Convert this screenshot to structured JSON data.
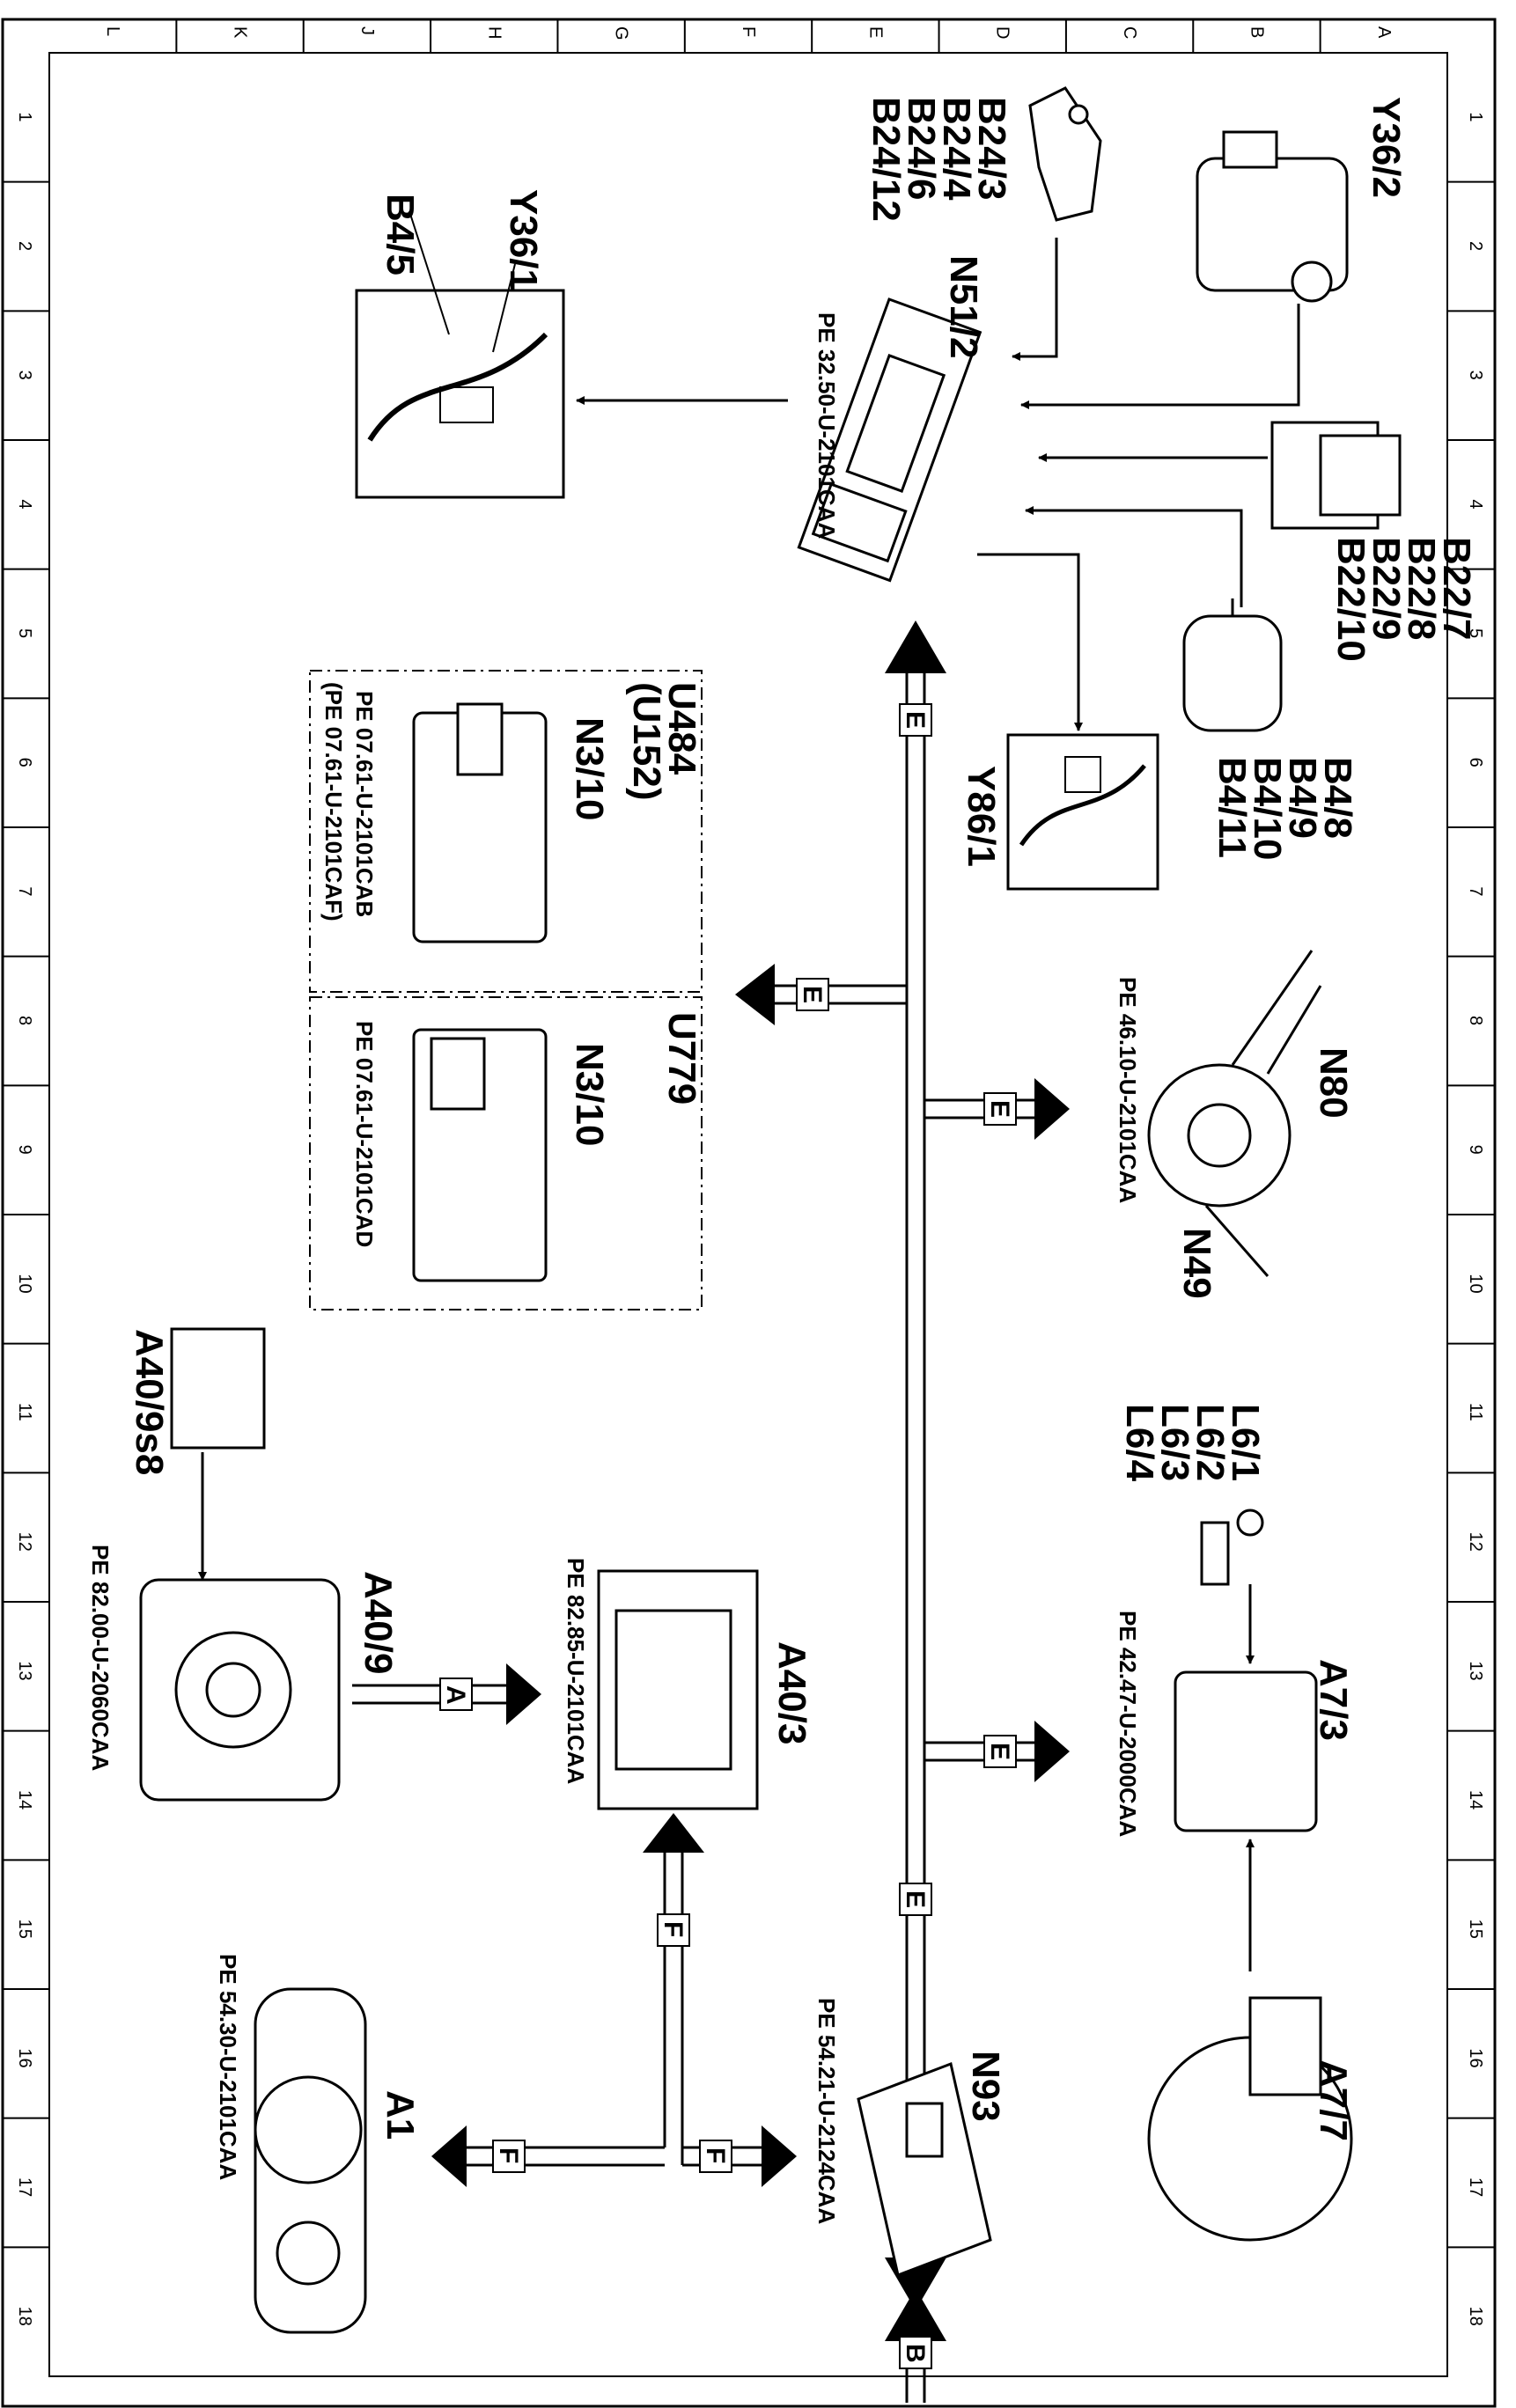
{
  "grid": {
    "letters": [
      "L",
      "K",
      "J",
      "H",
      "G",
      "F",
      "E",
      "D",
      "C",
      "B",
      "A"
    ],
    "numbers": [
      "1",
      "2",
      "3",
      "4",
      "5",
      "6",
      "7",
      "8",
      "9",
      "10",
      "11",
      "12",
      "13",
      "14",
      "15",
      "16",
      "17",
      "18"
    ]
  },
  "components": {
    "b24_group": [
      "B24/3",
      "B24/4",
      "B24/6",
      "B24/12"
    ],
    "y36_2": "Y36/2",
    "n51_2": "N51/2",
    "n51_2_pe": "PE 32.50-U-2101CAA",
    "y36_1": "Y36/1",
    "b4_5": "B4/5",
    "b22_group": [
      "B22/7",
      "B22/8",
      "B22/9",
      "B22/10"
    ],
    "b4_group": [
      "B4/8",
      "B4/9",
      "B4/10",
      "B4/11"
    ],
    "y86_1": "Y86/1",
    "u484_title": [
      "U484",
      "(U152)"
    ],
    "n3_10_a": "N3/10",
    "n3_10_a_pe": [
      "PE 07.61-U-2101CAB",
      "(PE 07.61-U-2101CAF)"
    ],
    "u779": "U779",
    "n3_10_b": "N3/10",
    "n3_10_b_pe": "PE 07.61-U-2101CAD",
    "n80": "N80",
    "n80_pe": "PE 46.10-U-2101CAA",
    "n49": "N49",
    "a40_9s8": "A40/9s8",
    "a40_9": "A40/9",
    "a40_9_pe": "PE 82.00-U-2060CAA",
    "a40_3": "A40/3",
    "a40_3_pe": "PE 82.85-U-2101CAA",
    "l6_group": [
      "L6/1",
      "L6/2",
      "L6/3",
      "L6/4"
    ],
    "a7_3": "A7/3",
    "a7_3_pe": "PE 42.47-U-2000CAA",
    "a7_7": "A7/7",
    "a1": "A1",
    "a1_pe": "PE 54.30-U-2101CAA",
    "n93": "N93",
    "n93_pe": "PE 54.21-U-2124CAA"
  },
  "bus": {
    "e": "E",
    "f": "F",
    "a": "A",
    "b": "B"
  }
}
